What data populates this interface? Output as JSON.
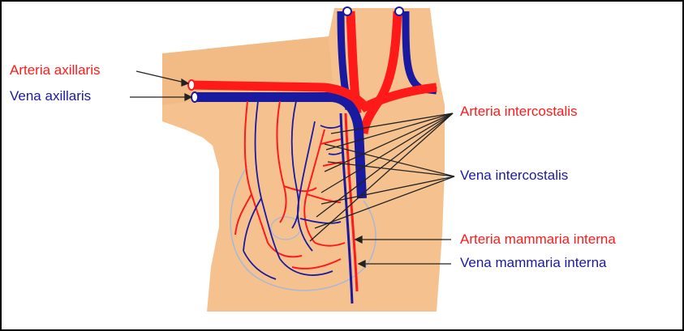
{
  "labels": {
    "arteria_axillaris": "Arteria axillaris",
    "vena_axillaris": "Vena axillaris",
    "arteria_intercostalis": "Arteria intercostalis",
    "vena_intercostalis": "Vena intercostalis",
    "arteria_mammaria_interna": "Arteria mammaria interna",
    "vena_mammaria_interna": "Vena mammaria interna"
  },
  "colors": {
    "skin": "#f5c28f",
    "artery": "#ff1a1a",
    "vein": "#1a1aa0",
    "outline": "#a8b6d8",
    "leader": "#222222",
    "background": "#ffffff"
  }
}
